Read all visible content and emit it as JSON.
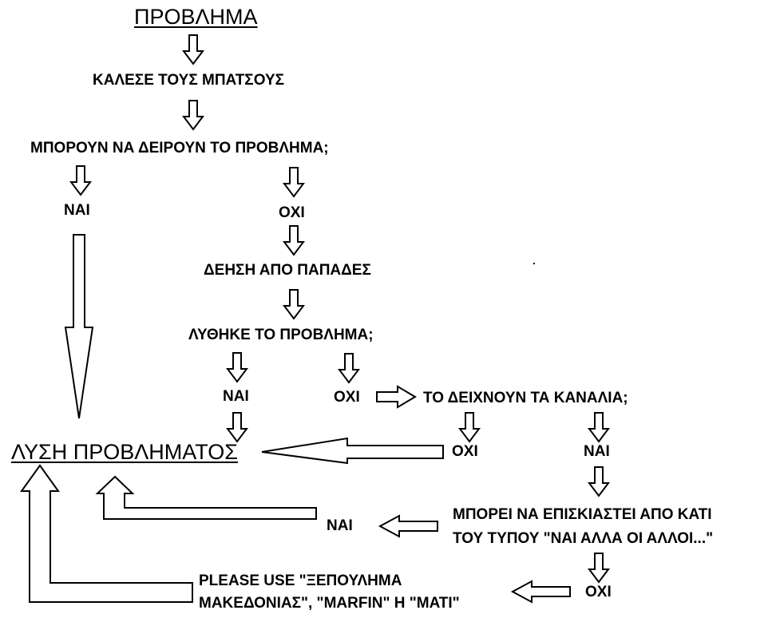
{
  "title": "ΠΡΟΒΛΗΜΑ",
  "nodes": {
    "call_police": "ΚΑΛΕΣΕ ΤΟΥΣ ΜΠΑΤΣΟΥΣ",
    "can_fix": "ΜΠΟΡΟΥΝ ΝΑ ΔΕΙΡΟΥΝ ΤΟ ΠΡΟΒΛΗΜΑ;",
    "yes_1": "ΝΑΙ",
    "no_1": "ΟΧΙ",
    "priests_prayer": "ΔΕΗΣΗ ΑΠΟ ΠΑΠΑΔΕΣ",
    "solved": "ΛΥΘΗΚΕ ΤΟ ΠΡΟΒΛΗΜΑ;",
    "yes_2": "ΝΑΙ",
    "no_2": "ΟΧΙ",
    "tv_shows": "ΤΟ ΔΕΙΧΝΟΥΝ ΤΑ ΚΑΝΑΛΙΑ;",
    "solution": "ΛΥΣΗ ΠΡΟΒΛΗΜΑΤΟΣ",
    "no_3": "ΟΧΙ",
    "yes_3": "ΝΑΙ",
    "overshadow_line1": "ΜΠΟΡΕΙ ΝΑ ΕΠΙΣΚΙΑΣΤΕΙ ΑΠΟ ΚΑΤΙ",
    "overshadow_line2": "ΤΟΥ ΤΥΠΟΥ \"ΝΑΙ ΑΛΛΑ ΟΙ ΑΛΛΟΙ...\"",
    "yes_4": "ΝΑΙ",
    "no_4": "ΟΧΙ",
    "please_line1": "PLEASE USE \"ΞΕΠΟΥΛΗΜΑ",
    "please_line2": "ΜΑΚΕΔΟΝΙΑΣ\", \"MARFIN\" Η \"ΜΑΤΙ\""
  }
}
